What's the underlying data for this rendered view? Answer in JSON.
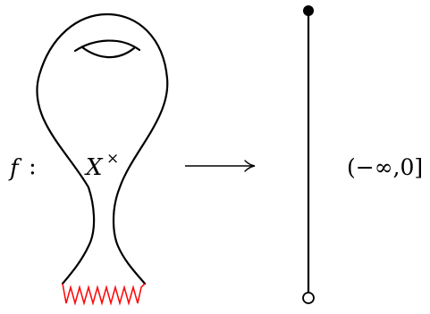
{
  "diagram": {
    "map_label": "f",
    "map_colon": ":",
    "space_label": "X",
    "space_superscript": "×",
    "target_label": "(−∞,0]",
    "colors": {
      "ink": "#000000",
      "boundary_zigzag": "#ff0000",
      "background": "#ffffff"
    },
    "shapes": {
      "arrow": "long-right-arrow",
      "target_top_endpoint": "closed",
      "target_bottom_endpoint": "open"
    }
  }
}
